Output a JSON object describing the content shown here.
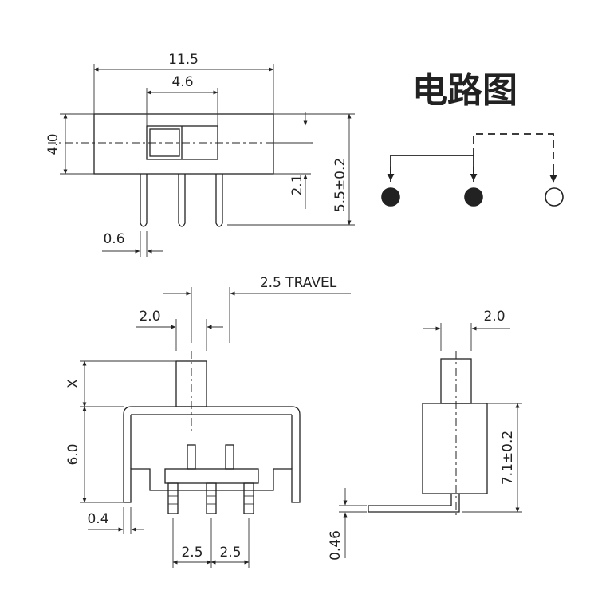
{
  "title": "电路图",
  "top_view": {
    "width_label": "11.5",
    "actuator_label": "4.6",
    "height_label": "4.0",
    "pin_offset_label": "2.1",
    "pin_length_label": "5.5±0.2",
    "pin_width_label": "0.6"
  },
  "front_view": {
    "travel_label": "2.5 TRAVEL",
    "knob_width_label": "2.0",
    "knob_height_label": "X",
    "body_height_label": "6.0",
    "bracket_label": "0.4",
    "pitch_left_label": "2.5",
    "pitch_right_label": "2.5"
  },
  "side_view": {
    "knob_width_label": "2.0",
    "height_label": "7.1±0.2",
    "thickness_label": "0.46"
  },
  "circuit": {
    "terminals": [
      "filled",
      "filled",
      "open"
    ],
    "colors": {
      "line": "#222222",
      "fill": "#222222",
      "open": "#ffffff"
    }
  }
}
